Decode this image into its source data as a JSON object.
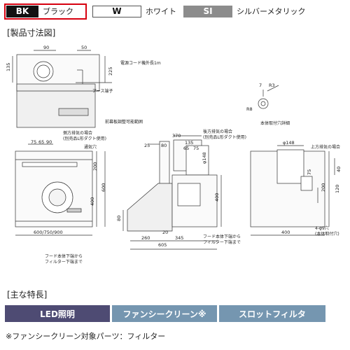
{
  "colors": {
    "bk": {
      "code": "BK",
      "name": "ブラック",
      "hex": "#111111"
    },
    "w": {
      "code": "W",
      "name": "ホワイト",
      "hex": "#ffffff"
    },
    "si": {
      "code": "SI",
      "name": "シルバーメタリック",
      "hex": "#8c8c8c"
    },
    "selected_border": "#d7000f"
  },
  "drawing": {
    "heading": "[製品寸法図]",
    "top_view": {
      "dims": [
        "90",
        "50",
        "135",
        "225"
      ],
      "annotations": [
        "電源コード機外長1m",
        "アース端子"
      ]
    },
    "front_view": {
      "dims": [
        "75",
        "65",
        "90",
        "200",
        "600",
        "400",
        "600/750/900"
      ],
      "annotations": [
        "側方排気の場合",
        "(別売品L形ダクト使用)",
        "通気穴"
      ]
    },
    "side_view": {
      "dims": [
        "25",
        "80",
        "370",
        "135",
        "65",
        "75",
        "φ148",
        "400",
        "260",
        "20",
        "345",
        "605"
      ],
      "annotations": [
        "前幕板調整可能範囲",
        "後方排気の場合",
        "(別売品L形ダクト使用)",
        "フード本体下端から",
        "フィルター下端まで"
      ],
      "annotations_below": [
        "フード本体下端から",
        "フィルター下端まで"
      ]
    },
    "rear_view": {
      "dims": [
        "R3",
        "7",
        "R8",
        "φ148",
        "40",
        "75",
        "200",
        "120",
        "400"
      ],
      "annotations": [
        "本体取付穴詳細",
        "上方排気の場合",
        "4-φ9穴",
        "(本体取付穴)"
      ]
    }
  },
  "features": {
    "heading": "[主な特長]",
    "items": [
      "LED照明",
      "ファンシークリーン※",
      "スロットフィルタ"
    ]
  },
  "footnote": "※ファンシークリーン対象パーツ：フィルター"
}
